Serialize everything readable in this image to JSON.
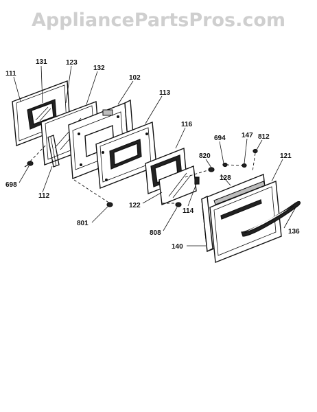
{
  "watermark": "AppliancePartsPros.com",
  "callouts": {
    "p111": "111",
    "p131": "131",
    "p123": "123",
    "p132": "132",
    "p102": "102",
    "p113": "113",
    "p116": "116",
    "p694": "694",
    "p147": "147",
    "p812": "812",
    "p121": "121",
    "p698": "698",
    "p112": "112",
    "p820": "820",
    "p128": "128",
    "p122": "122",
    "p114": "114",
    "p801": "801",
    "p808": "808",
    "p136": "136",
    "p140": "140"
  }
}
